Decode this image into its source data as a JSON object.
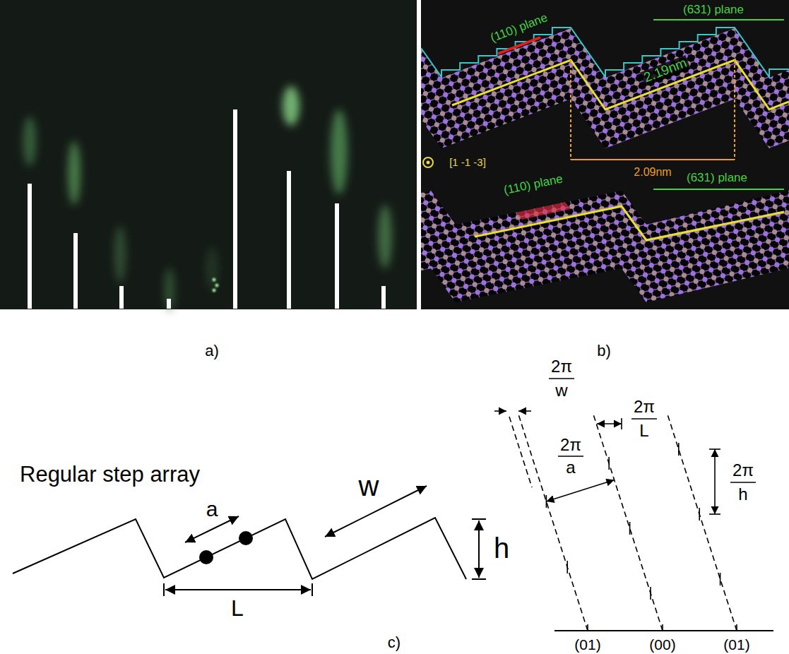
{
  "diagram": {
    "labels": [
      "(110) plane",
      "(631) plane",
      "2.19nm",
      "[1 -1 -3]",
      "2.09nm",
      "(110) plane",
      "(631) plane",
      "a)",
      "b)",
      "Regular step array",
      "a",
      "w",
      "L",
      "h",
      "2π",
      "w",
      "2π",
      "L",
      "2π",
      "a",
      "2π",
      "h",
      "(01)",
      "(00)",
      "(01)",
      "c)"
    ]
  }
}
